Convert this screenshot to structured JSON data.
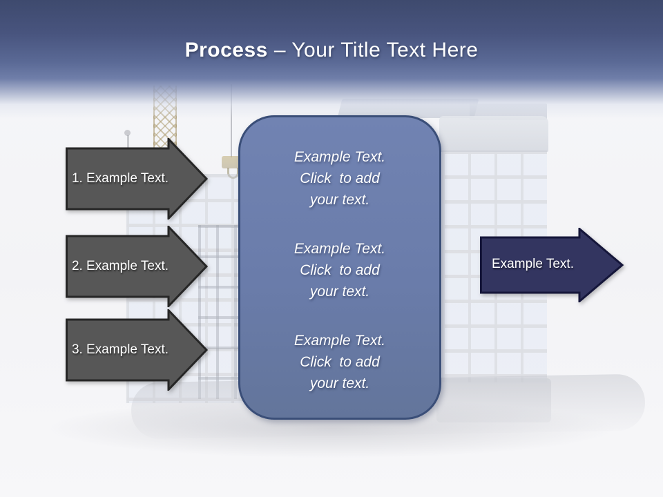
{
  "title": {
    "bold": "Process",
    "rest": "– Your Title Text Here"
  },
  "left_arrows": [
    {
      "label": "1. Example Text."
    },
    {
      "label": "2. Example Text."
    },
    {
      "label": "3. Example Text."
    }
  ],
  "panel": {
    "blocks": [
      {
        "lines": [
          "Example Text.",
          "Click  to add",
          "your text."
        ]
      },
      {
        "lines": [
          "Example Text.",
          "Click  to add",
          "your text."
        ]
      },
      {
        "lines": [
          "Example Text.",
          "Click  to add",
          "your text."
        ]
      }
    ]
  },
  "right_arrow": {
    "label": "Example Text."
  },
  "colors": {
    "header_top": "#3e4a6e",
    "header_mid": "#5a6995",
    "gray_arrow_fill": "#575757",
    "gray_arrow_border": "#262626",
    "navy_arrow_fill": "#333560",
    "navy_arrow_border": "#15163a",
    "panel_fill": "#6a7caa",
    "panel_border": "#3a4e78",
    "text": "#ffffff"
  }
}
